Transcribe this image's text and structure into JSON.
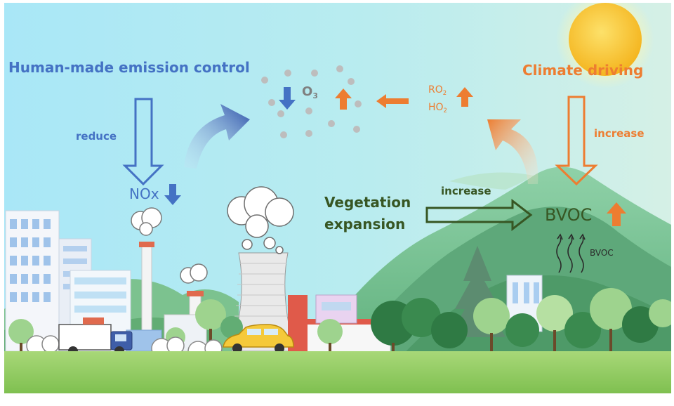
{
  "labels": {
    "human_control": "Human-made emission control",
    "reduce": "reduce",
    "nox": "NOx",
    "o3_base": "O",
    "o3_sub": "3",
    "ro2_base": "RO",
    "ro2_sub": "2",
    "ho2_base": "HO",
    "ho2_sub": "2",
    "climate": "Climate driving",
    "increase_climate": "increase",
    "vegetation_line1": "Vegetation",
    "vegetation_line2": "expansion",
    "increase_veg": "increase",
    "bvoc_big": "BVOC",
    "bvoc_small": "BVOC"
  },
  "colors": {
    "human_blue": "#4472c4",
    "climate_orange": "#ed7d31",
    "vegetation_green": "#375623",
    "o3_gray": "#7f7f7f",
    "bvoc_dark": "#3a3a3a",
    "sky_left": "#a8e8f6",
    "sky_right": "#cdeee8",
    "ground": "#9ad06a",
    "sun": "#f8c62a"
  },
  "icons": [
    "sun-icon",
    "down-arrow-icon",
    "up-arrow-icon",
    "left-arrow-icon",
    "right-arrow-icon",
    "curved-arrow-icon",
    "factory-icon",
    "cooling-tower-icon",
    "truck-icon",
    "car-icon",
    "tree-icon",
    "mountain-icon"
  ]
}
